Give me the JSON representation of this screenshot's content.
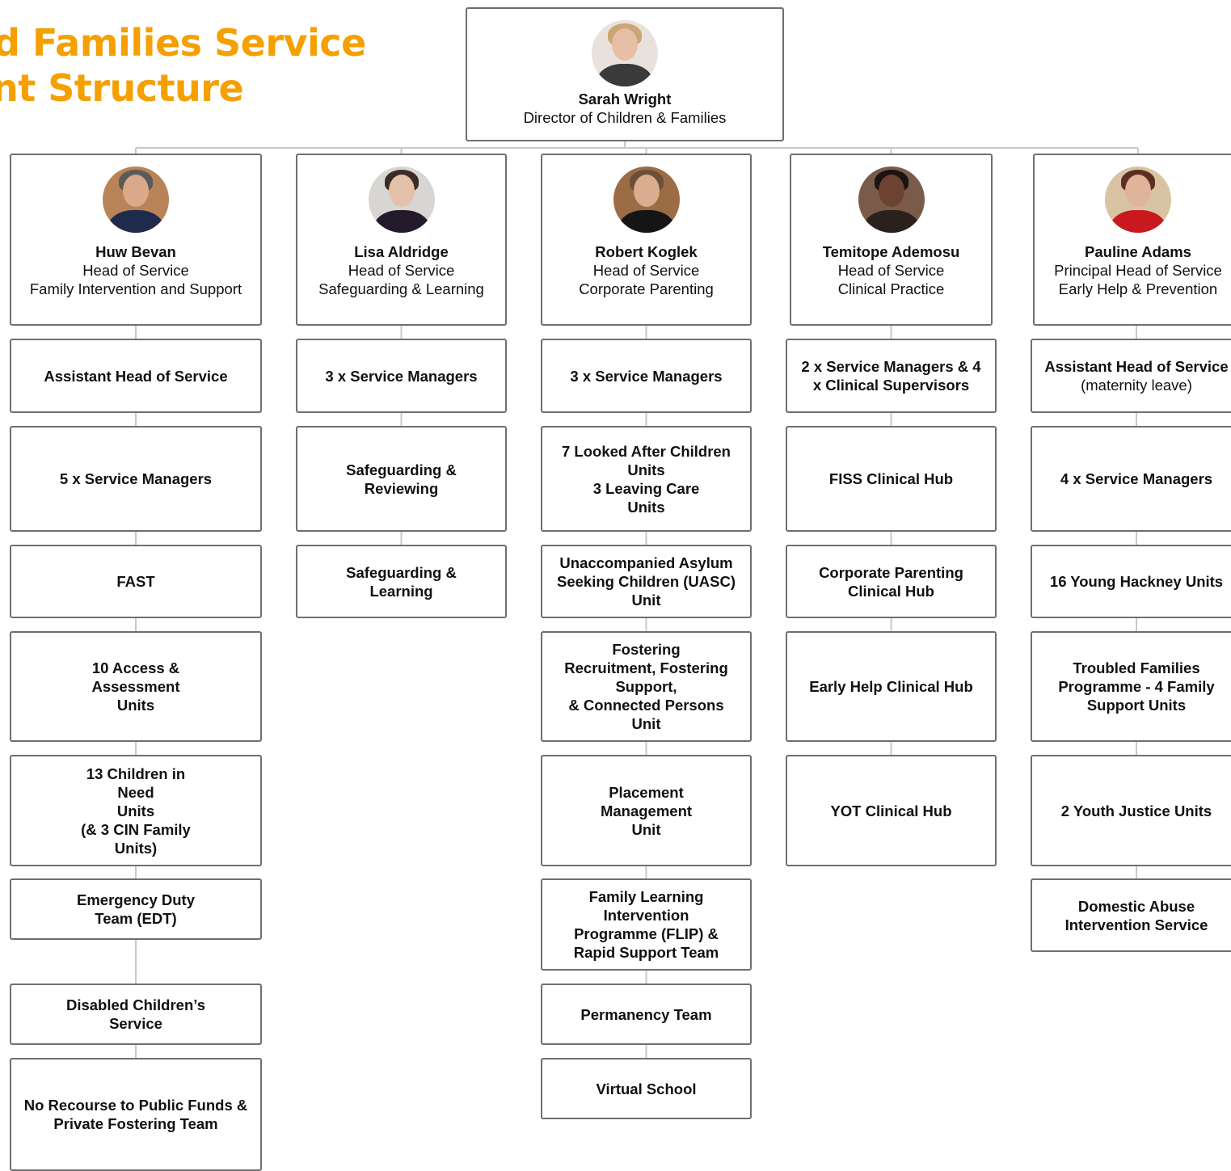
{
  "title": {
    "line1": "d Families Service",
    "line2": "nt Structure"
  },
  "director": {
    "name": "Sarah Wright",
    "role": "Director of Children & Families",
    "avatar_colors": {
      "bg": "#e9e2dc",
      "hair": "#c9a673",
      "skin": "#e6bfa4",
      "body": "#3a3a3a"
    }
  },
  "heads": [
    {
      "name": "Huw Bevan",
      "role": "Head of Service",
      "area": "Family Intervention and Support",
      "avatar_colors": {
        "bg": "#b88457",
        "hair": "#5a5a5a",
        "skin": "#d9a98a",
        "body": "#1f2b4d"
      }
    },
    {
      "name": "Lisa Aldridge",
      "role": "Head of Service",
      "area": "Safeguarding & Learning",
      "avatar_colors": {
        "bg": "#d8d6d3",
        "hair": "#3b2d24",
        "skin": "#e4c1aa",
        "body": "#231a2c"
      }
    },
    {
      "name": "Robert Koglek",
      "role": "Head of Service",
      "area": "Corporate Parenting",
      "avatar_colors": {
        "bg": "#9c6c45",
        "hair": "#6b5038",
        "skin": "#d9ad8f",
        "body": "#151515"
      }
    },
    {
      "name": "Temitope Ademosu",
      "role": "Head of Service",
      "area": "Clinical Practice",
      "avatar_colors": {
        "bg": "#7a5b49",
        "hair": "#1b1411",
        "skin": "#6b4330",
        "body": "#2b211c"
      }
    },
    {
      "name": "Pauline Adams",
      "role": "Principal Head of Service",
      "area": "Early Help & Prevention",
      "avatar_colors": {
        "bg": "#d8c4a2",
        "hair": "#5c2f22",
        "skin": "#e0b49a",
        "body": "#c8191f"
      }
    }
  ],
  "columns": [
    [
      {
        "lines": [
          "Assistant Head of Service"
        ]
      },
      {
        "lines": [
          "5 x Service Managers"
        ]
      },
      {
        "lines": [
          "FAST"
        ]
      },
      {
        "lines": [
          "10 Access &",
          "Assessment",
          "Units"
        ]
      },
      {
        "lines": [
          "13 Children in",
          "Need",
          "Units",
          "(& 3 CIN Family",
          "Units)"
        ]
      },
      {
        "lines": [
          "Emergency Duty",
          "Team (EDT)"
        ]
      },
      {
        "lines": [
          "Disabled Children’s",
          "Service"
        ]
      },
      {
        "lines": [
          "No Recourse to Public Funds &",
          "Private Fostering Team"
        ]
      }
    ],
    [
      {
        "lines": [
          "3 x Service Managers"
        ]
      },
      {
        "lines": [
          "Safeguarding &",
          "Reviewing"
        ]
      },
      {
        "lines": [
          "Safeguarding &",
          "Learning"
        ]
      }
    ],
    [
      {
        "lines": [
          "3 x Service Managers"
        ]
      },
      {
        "lines": [
          "7 Looked After Children",
          "Units",
          "3 Leaving Care",
          "Units"
        ]
      },
      {
        "lines": [
          "Unaccompanied Asylum",
          "Seeking Children (UASC)",
          "Unit"
        ]
      },
      {
        "lines": [
          "Fostering",
          "Recruitment, Fostering",
          "Support,",
          "& Connected Persons",
          "Unit"
        ]
      },
      {
        "lines": [
          "Placement",
          "Management",
          "Unit"
        ]
      },
      {
        "lines": [
          "Family Learning",
          "Intervention",
          "Programme (FLIP) &",
          "Rapid Support Team"
        ]
      },
      {
        "lines": [
          "Permanency Team"
        ]
      },
      {
        "lines": [
          "Virtual School"
        ]
      }
    ],
    [
      {
        "lines": [
          "2 x Service Managers & 4",
          "x Clinical Supervisors"
        ]
      },
      {
        "lines": [
          "FISS Clinical Hub"
        ]
      },
      {
        "lines": [
          "Corporate Parenting",
          "Clinical Hub"
        ]
      },
      {
        "lines": [
          "Early Help Clinical Hub"
        ]
      },
      {
        "lines": [
          "YOT Clinical Hub"
        ]
      }
    ],
    [
      {
        "lines": [
          "Assistant Head of Service"
        ],
        "sub": "(maternity leave)"
      },
      {
        "lines": [
          "4 x Service Managers"
        ]
      },
      {
        "lines": [
          "16 Young Hackney Units"
        ]
      },
      {
        "lines": [
          "Troubled Families",
          "Programme - 4 Family",
          "Support Units"
        ]
      },
      {
        "lines": [
          "2 Youth Justice Units"
        ]
      },
      {
        "lines": [
          "Domestic Abuse",
          "Intervention Service"
        ]
      }
    ]
  ]
}
